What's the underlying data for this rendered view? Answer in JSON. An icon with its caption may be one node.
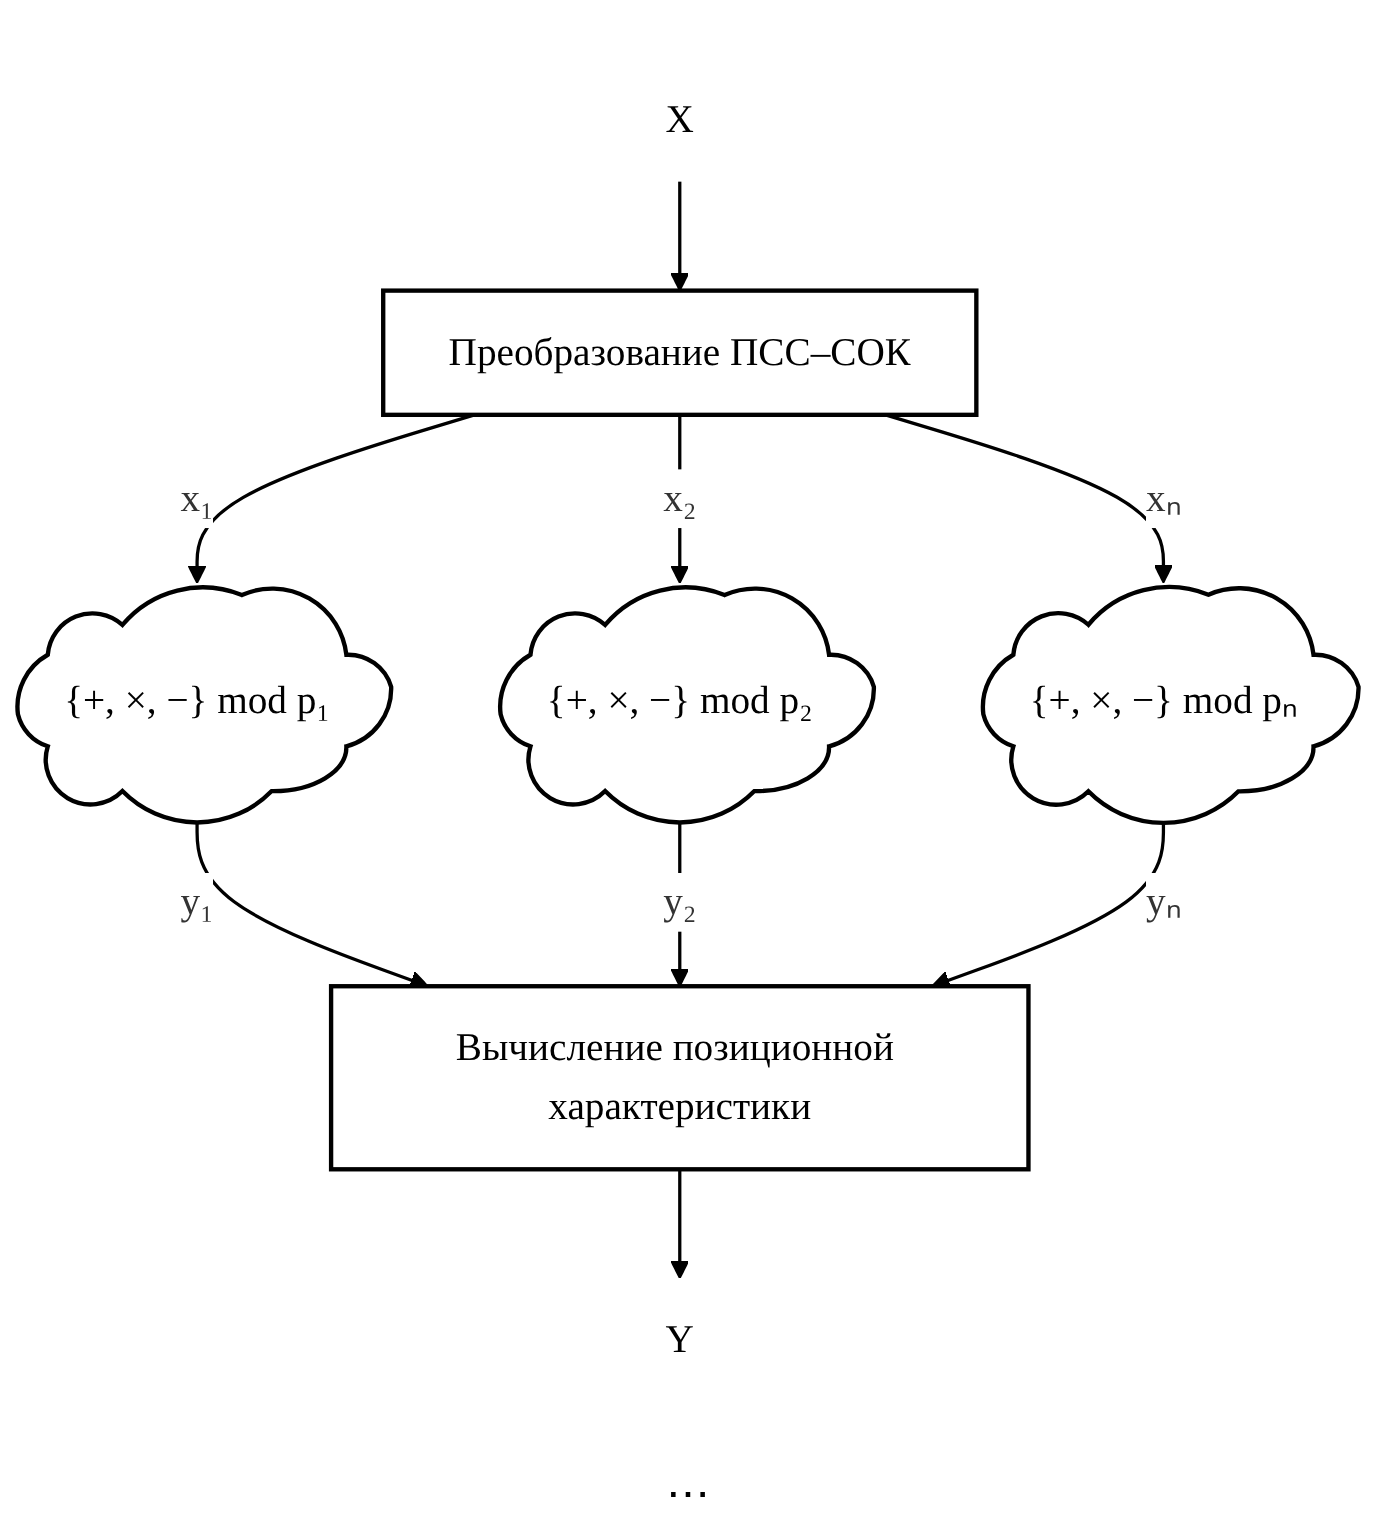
{
  "diagram": {
    "nodes": [
      {
        "text": [
          "X"
        ]
      },
      {
        "text": [
          "Преобразование ПСС–СОК"
        ]
      },
      {
        "text": [
          "{+, ×, −} mod p₁"
        ]
      },
      {
        "text": [
          "{+, ×, −} mod p₂"
        ]
      },
      {
        "text": [
          "{+, ×, −} mod pₙ"
        ]
      },
      {
        "text": [
          "Вычисление позиционной характеристики"
        ]
      },
      {
        "text": [
          "Y"
        ]
      }
    ],
    "edges": [
      {
        "from": 0,
        "to": 1,
        "arrow": "to"
      },
      {
        "from": 1,
        "to": 2,
        "arrow": "to",
        "label": "x₁"
      },
      {
        "from": 1,
        "to": 3,
        "arrow": "to",
        "label": "x₂"
      },
      {
        "from": 1,
        "to": 4,
        "arrow": "to",
        "label": "xₙ"
      },
      {
        "from": 2,
        "to": 5,
        "arrow": "to",
        "label": "y₁"
      },
      {
        "from": 3,
        "to": 5,
        "arrow": "to",
        "label": "y₂"
      },
      {
        "from": 4,
        "to": 5,
        "arrow": "to",
        "label": "yₙ"
      },
      {
        "from": 5,
        "to": 6,
        "arrow": "to"
      }
    ],
    "labels": [
      "⋯"
    ]
  }
}
